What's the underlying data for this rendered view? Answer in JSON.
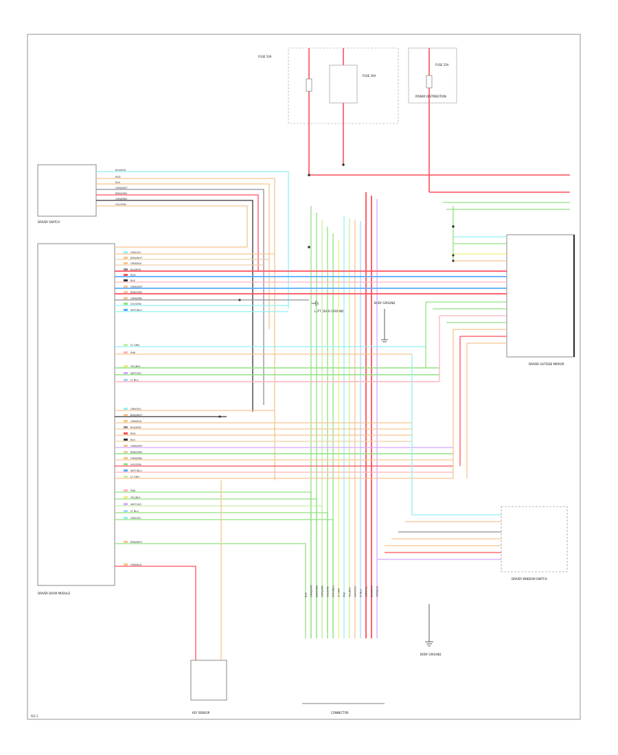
{
  "diagram": {
    "colors": {
      "red": "#ff4d5a",
      "pink": "#ffb3bc",
      "orange": "#f7c48e",
      "yellow": "#f2ec7a",
      "green": "#8fe07f",
      "lightgreen": "#c2efa4",
      "blue": "#5aa9ff",
      "lightblue": "#9fd8ff",
      "cyan": "#8ff1f1",
      "violet": "#d4a6ff",
      "gray": "#8d8d96",
      "black": "#333333",
      "tan": "#e9cfa3",
      "border": "#666666"
    },
    "components": {
      "driver_door_module": {
        "label": "DRIVER DOOR MODULE"
      },
      "driver_switch": {
        "label": "DRIVER SWITCH"
      },
      "driver_outside_mirror": {
        "label": "DRIVER OUTSIDE MIRROR"
      },
      "driver_window_switch": {
        "label": "DRIVER WINDOW SWITCH"
      },
      "key_sensor": {
        "label": "KEY SENSOR"
      },
      "connector_bottom": {
        "label": "CONNECTOR"
      },
      "body_ground_top": {
        "label": "BODY GROUND"
      },
      "body_ground_left": {
        "label": "LEFT DOOR GROUND"
      },
      "body_ground_bottom": {
        "label": "BODY GROUND"
      },
      "fuse_left": {
        "label": "FUSE 10A"
      },
      "fuse_right": {
        "label": "FUSE 20A"
      },
      "fuse_far_right": {
        "label": "FUSE 15A"
      },
      "relay_box": {
        "label": "POWER DISTRIBUTION"
      }
    },
    "footer": {
      "code": "FIG 1"
    },
    "wires": [
      {
        "label": "GRN/YEL",
        "color": "cyan"
      },
      {
        "label": "BRN/WHT",
        "color": "orange"
      },
      {
        "label": "ORN/BLK",
        "color": "orange"
      },
      {
        "label": "BLK/RED",
        "color": "gray"
      },
      {
        "label": "RED",
        "color": "red"
      },
      {
        "label": "BLK",
        "color": "black"
      },
      {
        "label": "ORN/WHT",
        "color": "orange"
      },
      {
        "label": "BRN/GRN",
        "color": "tan"
      },
      {
        "label": "ORN/BRN",
        "color": "orange"
      },
      {
        "label": "VIO/GRN",
        "color": "green"
      },
      {
        "label": "WHT/BLU",
        "color": "blue"
      },
      {
        "label": "LT GRN",
        "color": "lightgreen"
      },
      {
        "label": "PNK",
        "color": "pink"
      },
      {
        "label": "YEL/BLK",
        "color": "yellow"
      },
      {
        "label": "WHT/VIO",
        "color": "violet"
      },
      {
        "label": "LT BLU",
        "color": "lightblue"
      }
    ]
  }
}
